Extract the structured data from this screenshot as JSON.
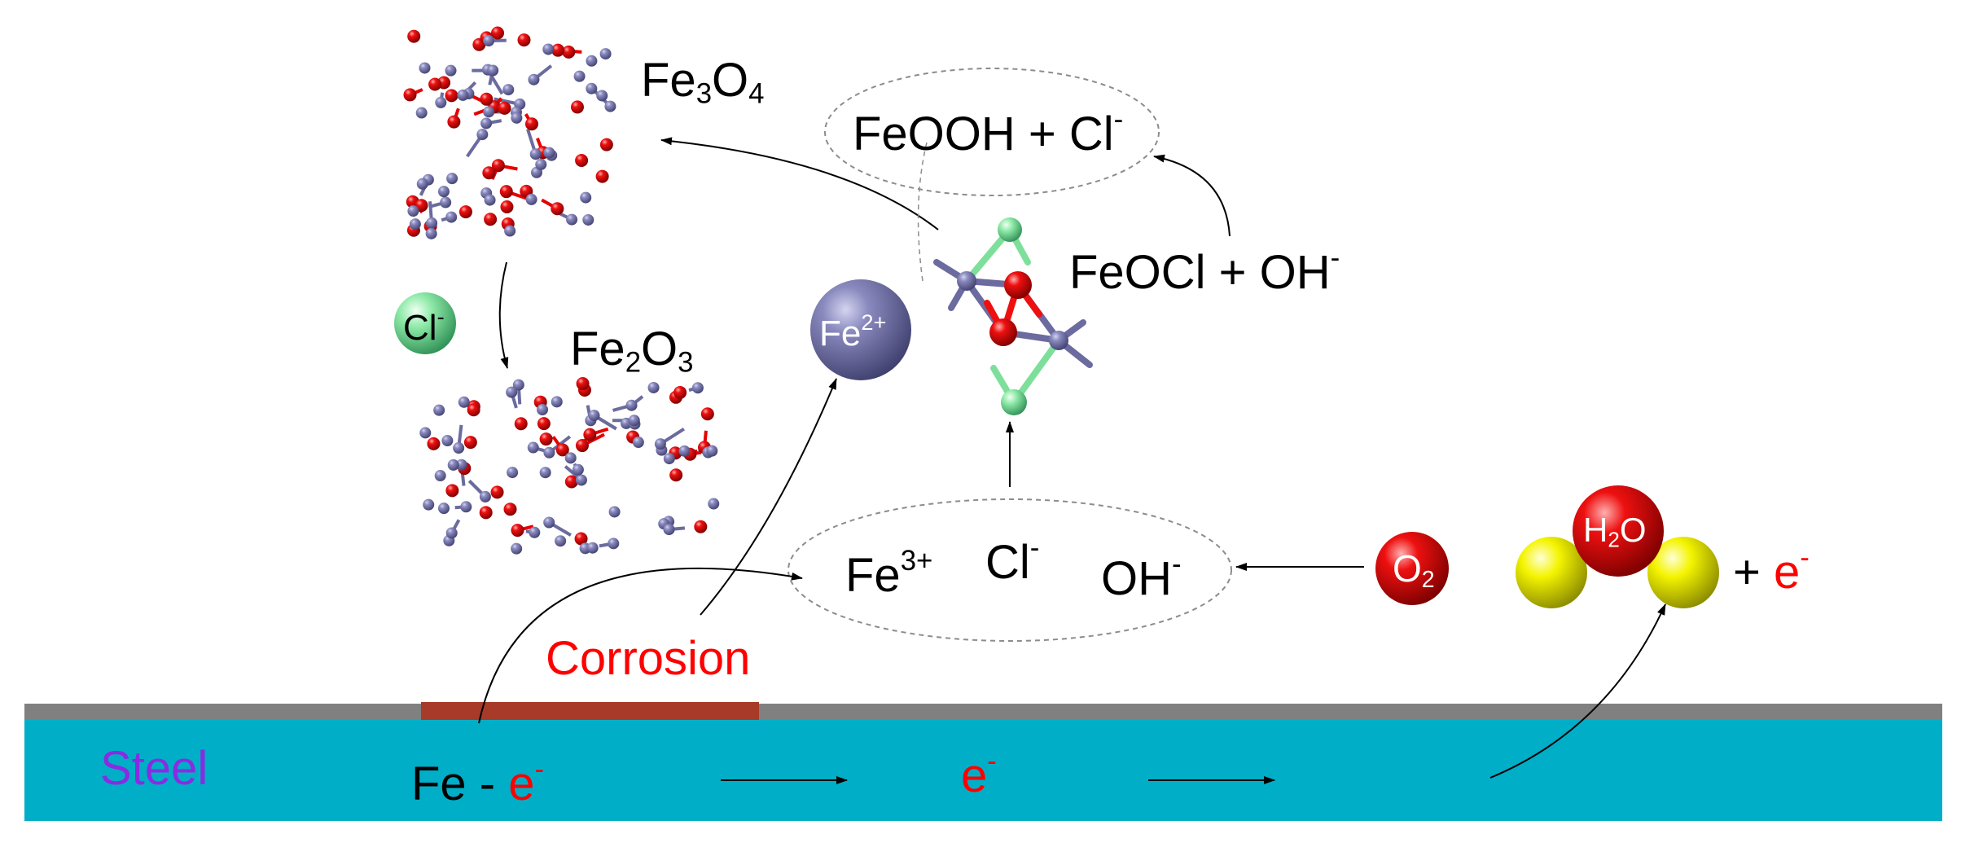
{
  "colors": {
    "steel": "#00aec7",
    "surface": "#808080",
    "corrosion_patch": "#a83a2a",
    "fe_atom": "#6b6b9f",
    "o_atom": "#ee0000",
    "cl_atom": "#7ddf9a",
    "h_atom": "#f4f400",
    "steel_text": "#8a2be2",
    "accent_red": "#ff0000"
  },
  "labels": {
    "steel": "Steel",
    "corrosion": "Corrosion",
    "fe_prefix": "Fe - ",
    "electron_e": "e",
    "minus": "-",
    "fe3o4_a": "Fe",
    "fe3o4_b": "3",
    "fe3o4_c": "O",
    "fe3o4_d": "4",
    "fe2o3_a": "Fe",
    "fe2o3_b": "2",
    "fe2o3_c": "O",
    "fe2o3_d": "3",
    "feooh": "FeOOH + Cl",
    "feocl": "FeOCl + OH",
    "fe3_base": "Fe",
    "fe3_sup": "3+",
    "cl_base": "Cl",
    "oh_base": "OH",
    "plus": "+ ",
    "cl_ion_base": "Cl",
    "fe2_base": "Fe",
    "fe2_sup": "2+",
    "o2_base": "O",
    "o2_sub": "2",
    "h2o_a": "H",
    "h2o_b": "2",
    "h2o_c": "O"
  },
  "icons": [
    "fe3o4-crystal",
    "fe2o3-crystal",
    "feocl-molecule",
    "chloride-ion",
    "ferrous-ion",
    "oxygen-molecule",
    "water-molecule"
  ]
}
